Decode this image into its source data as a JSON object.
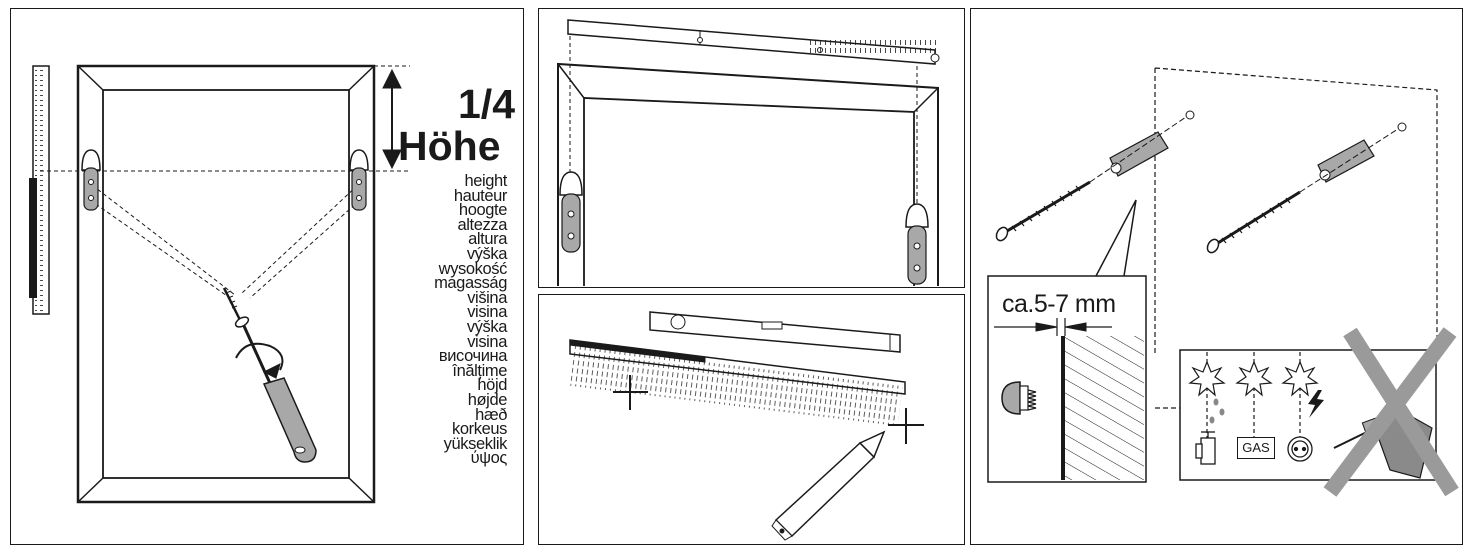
{
  "panel1": {
    "fraction": "1/4",
    "height_word": "Höhe",
    "translations": [
      "height",
      "hauteur",
      "hoogte",
      "altezza",
      "altura",
      "výška",
      "wysokość",
      "magasság",
      "višina",
      "visina",
      "výška",
      "visina",
      "височина",
      "înălțime",
      "höjd",
      "højde",
      "hæð",
      "korkeus",
      "yükseklik",
      "ύψος"
    ]
  },
  "panel4": {
    "gap_label": "ca.5-7 mm",
    "gas_label": "GAS"
  },
  "colors": {
    "ink": "#1a1a1a",
    "hanger_fill": "#a8a8a8",
    "cross_gray": "#9a9a9a"
  }
}
